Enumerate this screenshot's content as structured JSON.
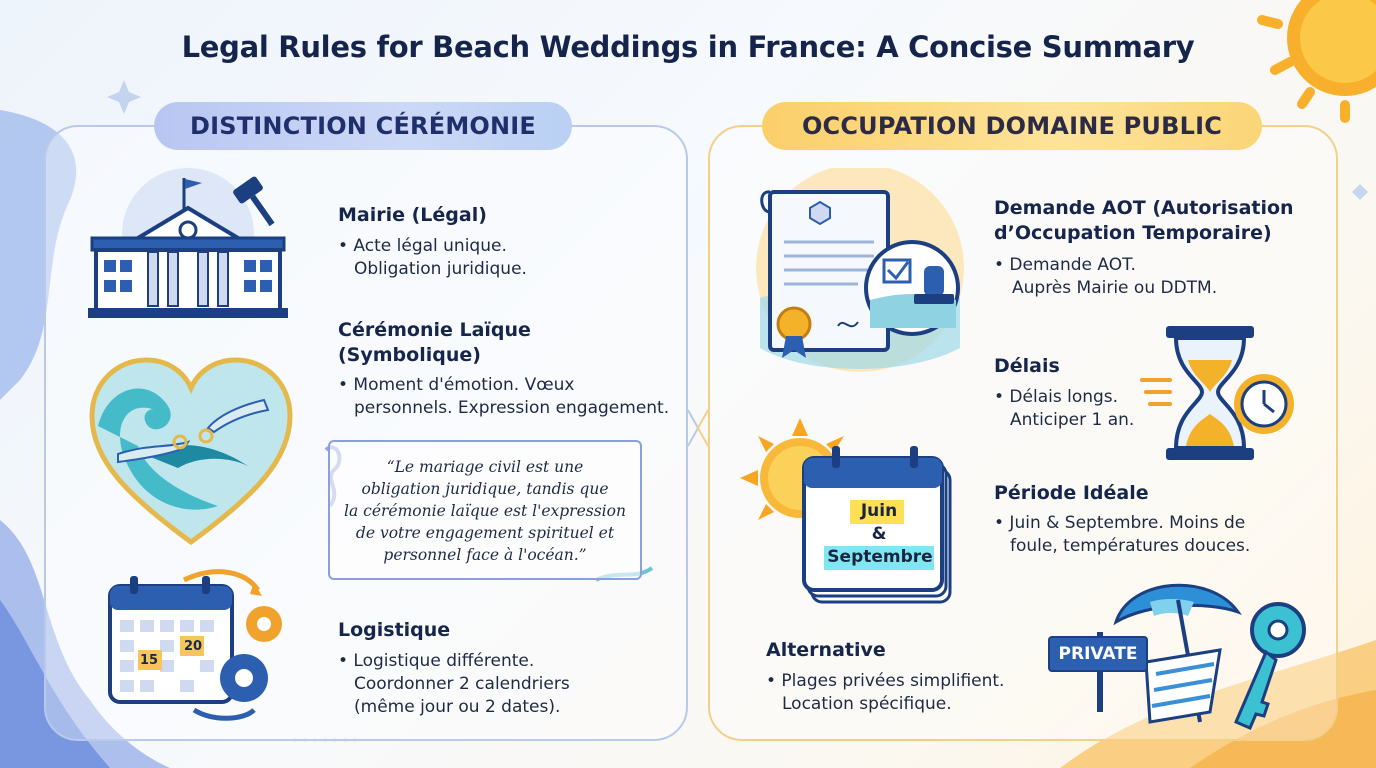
{
  "title": "Legal Rules for Beach Weddings in France: A Concise Summary",
  "colors": {
    "left_accent": "#b8c6f2",
    "right_accent": "#fbcf6a",
    "navy": "#1b3f80",
    "ocean": "#2fb3c4",
    "sun": "#f6a623"
  },
  "left": {
    "header": "DISTINCTION CÉRÉMONIE",
    "mairie": {
      "heading": "Mairie (Légal)",
      "line1": "• Acte légal unique.",
      "line2": "Obligation juridique.",
      "icon": "town-hall-icon"
    },
    "laique": {
      "heading1": "Cérémonie Laïque",
      "heading2": "(Symbolique)",
      "line1": "• Moment d'émotion. Vœux",
      "line2": "personnels. Expression engagement.",
      "icon": "heart-wave-hands-icon"
    },
    "quote": {
      "line1": "“Le mariage civil est une",
      "line2": "obligation juridique, tandis que",
      "line3": "la cérémonie laïque est l'expression",
      "line4": "de votre engagement spirituel et",
      "line5": "personnel face à l'océan.”"
    },
    "logistique": {
      "heading": "Logistique",
      "line1": "• Logistique différente.",
      "line2": "Coordonner 2 calendriers",
      "line3": "(même jour ou 2 dates).",
      "icon": "calendar-gears-icon",
      "date_a": "15",
      "date_b": "20"
    }
  },
  "right": {
    "header": "OCCUPATION DOMAINE PUBLIC",
    "aot": {
      "heading1": "Demande AOT (Autorisation",
      "heading2": "d’Occupation Temporaire)",
      "line1": "• Demande AOT.",
      "line2": "Auprès Mairie ou DDTM.",
      "icon": "permit-document-stamp-icon"
    },
    "delais": {
      "heading": "Délais",
      "line1": "• Délais longs.",
      "line2": "Anticiper 1 an.",
      "icon": "hourglass-clock-icon"
    },
    "periode": {
      "heading": "Période Idéale",
      "line1": "• Juin & Septembre. Moins de",
      "line2": "foule, températures douces.",
      "icon": "sun-calendar-icon",
      "cal1": "Juin",
      "cal2": "&",
      "cal3": "Septembre"
    },
    "alternative": {
      "heading": "Alternative",
      "line1": "• Plages privées simplifient.",
      "line2": "Location spécifique.",
      "icon": "private-beach-key-icon",
      "sign": "PRIVATE"
    }
  }
}
